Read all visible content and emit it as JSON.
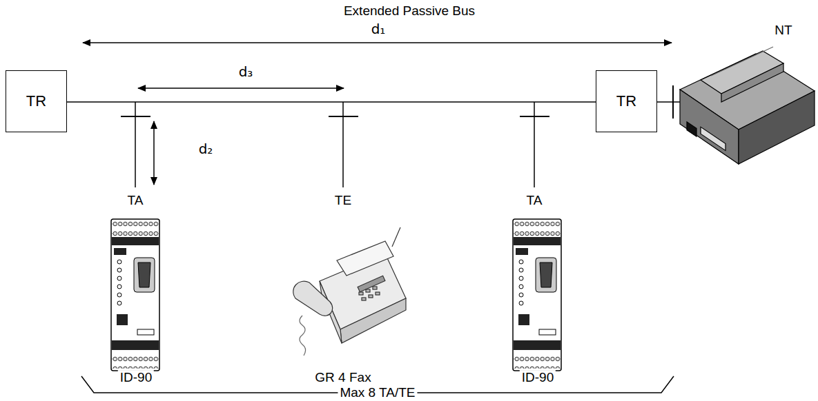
{
  "diagram": {
    "title": "Extended Passive Bus",
    "nodes": [
      {
        "text": [
          "TR"
        ]
      },
      {
        "text": [
          "TR"
        ]
      }
    ],
    "edges": [
      {
        "from": 0,
        "to": 1,
        "arrow": "none"
      }
    ],
    "labels": [
      "d₁",
      "d₃",
      "d₂",
      "TA",
      "TE",
      "TA",
      "ID-90",
      "GR 4 Fax",
      "ID-90",
      "Max 8 TA/TE",
      "NT"
    ]
  }
}
